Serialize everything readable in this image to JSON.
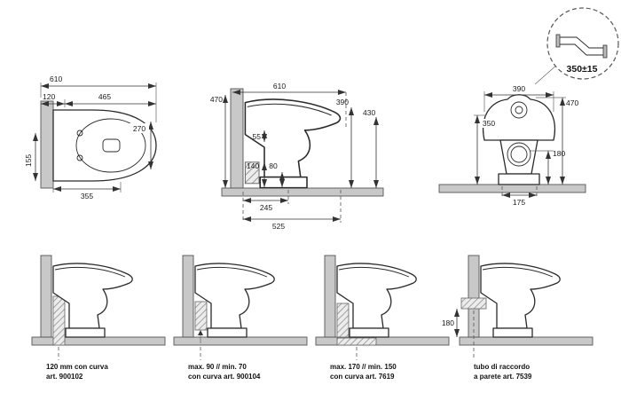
{
  "detail_balloon": {
    "label": "350±15"
  },
  "plan_view": {
    "dim_total_length": "610",
    "dim_offset": "120",
    "dim_length_inner": "465",
    "dim_bowl_width": "270",
    "dim_side": "155",
    "dim_bowl_length": "355"
  },
  "side_view": {
    "dim_total_depth": "610",
    "dim_height_wall": "470",
    "dim_height_seat": "390",
    "dim_height_rim": "430",
    "dim_gap": "55",
    "dim_outlet_height": "140",
    "dim_outlet_low": "80",
    "dim_outlet_depth": "245",
    "dim_base_depth": "525"
  },
  "front_view": {
    "dim_width": "390",
    "dim_height": "470",
    "dim_height_left": "350",
    "dim_outlet_height": "180",
    "dim_base_width": "175"
  },
  "installations": [
    {
      "caption_line1": "120 mm con curva",
      "caption_line2": "art. 900102"
    },
    {
      "caption_line1": "max. 90 // min. 70",
      "caption_line2": "con curva art. 900104"
    },
    {
      "caption_line1": "max. 170 // min. 150",
      "caption_line2": "con curva art. 7619"
    },
    {
      "caption_line1": "tubo di raccordo",
      "caption_line2": "a parete art. 7539",
      "dim_height": "180"
    }
  ]
}
